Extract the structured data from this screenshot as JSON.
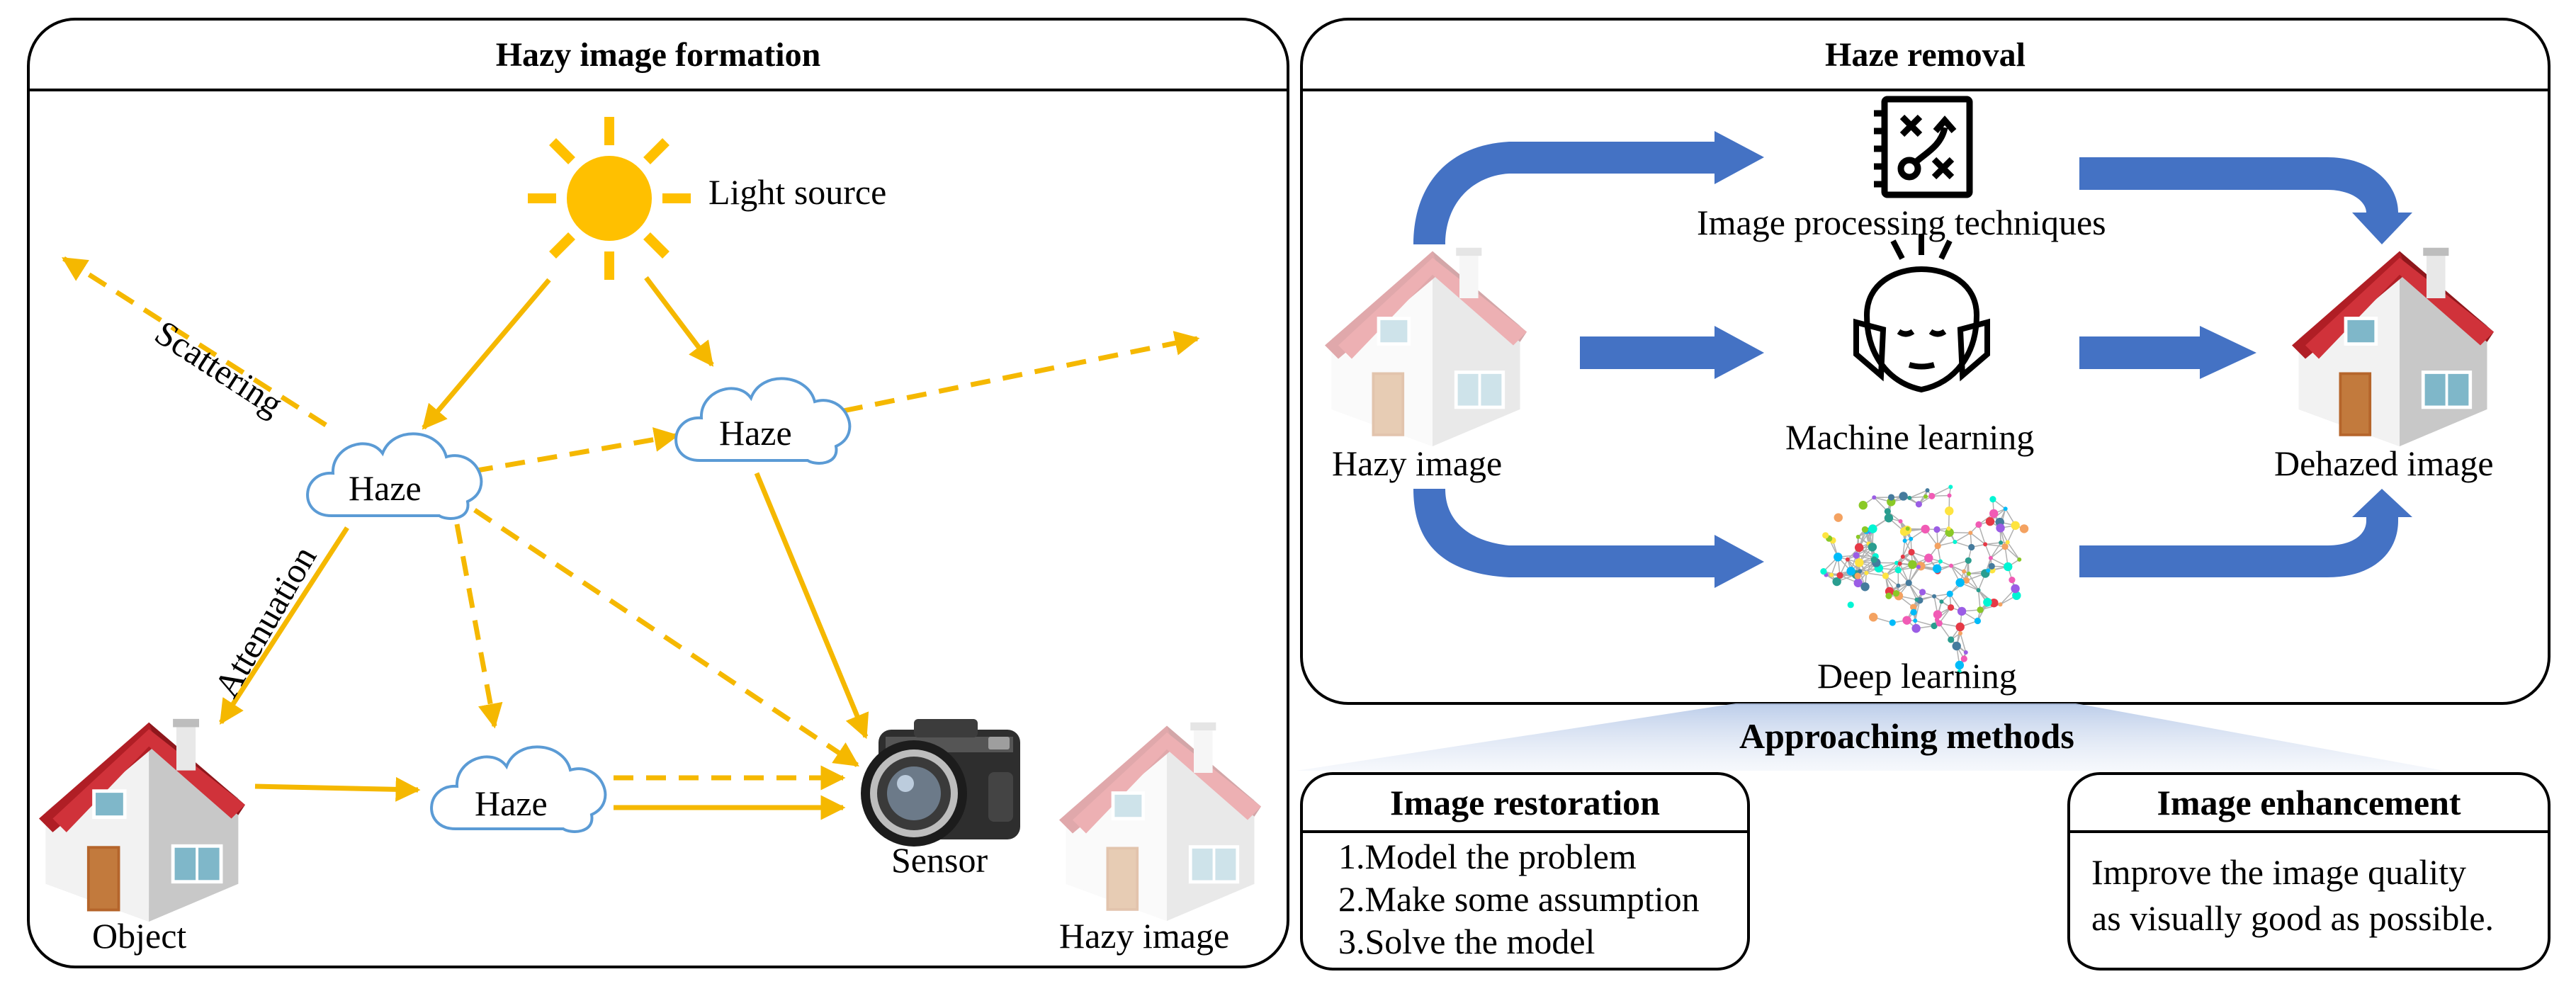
{
  "left_panel": {
    "title": "Hazy image formation",
    "light_source_label": "Light source",
    "scattering_label": "Scattering",
    "attenuation_label": "Attenuation",
    "haze_labels": [
      "Haze",
      "Haze",
      "Haze"
    ],
    "object_label": "Object",
    "sensor_label": "Sensor",
    "hazy_image_label": "Hazy image"
  },
  "right_panel": {
    "title": "Haze removal",
    "hazy_image_label": "Hazy image",
    "dehazed_image_label": "Dehazed image",
    "methods": [
      "Image processing techniques",
      "Machine learning",
      "Deep learning"
    ]
  },
  "approaching_methods_label": "Approaching methods",
  "restoration": {
    "title": "Image restoration",
    "steps": [
      "1.Model the problem",
      "2.Make some assumption",
      "3.Solve the model"
    ]
  },
  "enhancement": {
    "title": "Image enhancement",
    "lines": [
      "Improve the image quality",
      "as visually good as possible."
    ]
  },
  "colors": {
    "ray": "#F5B800",
    "cloud_stroke": "#5B9BD5",
    "arrow_blue": "#4472C4",
    "roof": "#C0262C",
    "wall": "#E6E6E6",
    "door": "#B5652B",
    "window": "#7FB7C9"
  }
}
